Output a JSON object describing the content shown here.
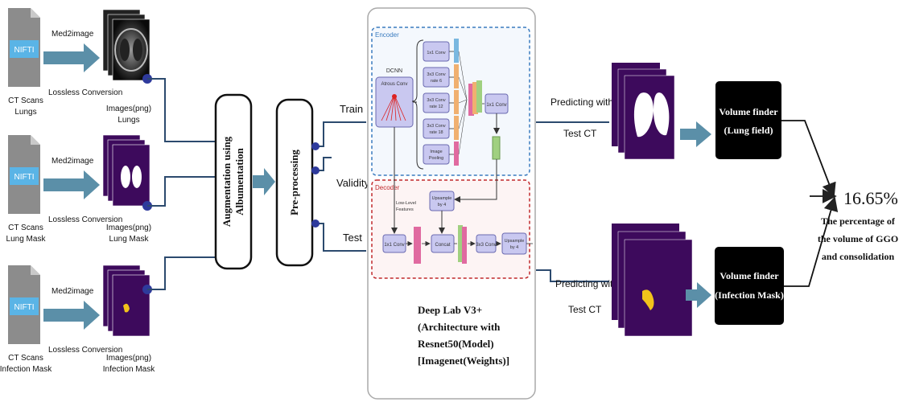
{
  "inputs": [
    {
      "file_label": "NIFTI",
      "caption_line1": "CT Scans",
      "caption_line2": "Lungs",
      "tool": "Med2image",
      "conversion": "Lossless Conversion",
      "output_line1": "Images(png)",
      "output_line2": "Lungs",
      "image_kind": "ct"
    },
    {
      "file_label": "NIFTI",
      "caption_line1": "CT Scans",
      "caption_line2": "Lung Mask",
      "tool": "Med2image",
      "conversion": "Lossless Conversion",
      "output_line1": "Images(png)",
      "output_line2": "Lung Mask",
      "image_kind": "lung-mask"
    },
    {
      "file_label": "NIFTI",
      "caption_line1": "CT Scans",
      "caption_line2": "Infection Mask",
      "tool": "Med2image",
      "conversion": "Lossless Conversion",
      "output_line1": "Images(png)",
      "output_line2": "Infection Mask",
      "image_kind": "infection-mask"
    }
  ],
  "augmentation": {
    "line1": "Augmentation using",
    "line2": "Albumentation"
  },
  "preprocessing": {
    "label": "Pre-processing"
  },
  "splits": {
    "train": "Train",
    "validity": "Validity",
    "test": "Test"
  },
  "model": {
    "encoder_label": "Encoder",
    "decoder_label": "Decoder",
    "dcnn": "DCNN",
    "atrous": "Atrous Conv",
    "branches": [
      {
        "line1": "1x1 Conv",
        "line2": ""
      },
      {
        "line1": "3x3 Conv",
        "line2": "rate 6"
      },
      {
        "line1": "3x3 Conv",
        "line2": "rate 12"
      },
      {
        "line1": "3x3 Conv",
        "line2": "rate 18"
      },
      {
        "line1": "Image",
        "line2": "Pooling"
      }
    ],
    "enc_conv": "1x1 Conv",
    "low_level_line1": "Low-Level",
    "low_level_line2": "Features",
    "upsample1_line1": "Upsample",
    "upsample1_line2": "by 4",
    "dec_conv1": "1x1 Conv",
    "concat": "Concat",
    "dec_conv2": "3x3 Conv",
    "upsample2_line1": "Upsample",
    "upsample2_line2": "by 4",
    "caption": [
      "Deep Lab V3+",
      "(Architecture with",
      "Resnet50(Model)",
      "[Imagenet(Weights)]"
    ]
  },
  "outputs": [
    {
      "predict_line1": "Predicting with",
      "predict_line2": "Test CT",
      "finder_line1": "Volume finder",
      "finder_line2": "(Lung field)",
      "image_kind": "lung-mask"
    },
    {
      "predict_line1": "Predicting with",
      "predict_line2": "Test CT",
      "finder_line1": "Volume finder",
      "finder_line2": "(Infection Mask)",
      "image_kind": "infection-mask"
    }
  ],
  "result": {
    "value": "16.65%",
    "line1": "The percentage of",
    "line2": "the volume of GGO",
    "line3": "and consolidation"
  },
  "colors": {
    "arrow": "#5b8fa8",
    "line": "#2c4a6e",
    "dot": "#2e3a9c",
    "mask_bg": "#3d0a5c",
    "infection": "#f2c21b",
    "encoder_border": "#3a7bbf",
    "decoder_border": "#c0282b",
    "block_fill": "#c9c8f0"
  }
}
